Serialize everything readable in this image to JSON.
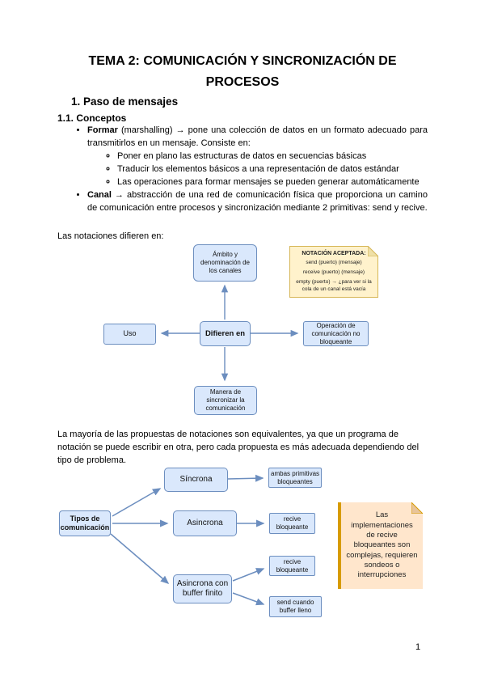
{
  "title": {
    "line1": "TEMA 2: COMUNICACIÓN Y SINCRONIZACIÓN DE",
    "line2": "PROCESOS"
  },
  "headings": {
    "section": "1. Paso de mensajes",
    "subsection": "1.1. Conceptos"
  },
  "content": {
    "bullets": [
      {
        "term": "Formar",
        "text": " (marshalling) → pone una colección de datos en un formato adecuado para transmitirlos en un mensaje. Consiste en:",
        "items": [
          "Poner en plano las estructuras de datos en secuencias básicas",
          "Traducir los elementos básicos a una representación de datos estándar",
          "Las operaciones para formar mensajes se pueden generar automáticamente"
        ]
      },
      {
        "term": "Canal",
        "text": " → abstracción de una red de comunicación física que proporciona un camino de comunicación entre procesos y sincronización mediante 2 primitivas: send y recive.",
        "items": []
      }
    ],
    "para_notaciones": "Las notaciones difieren en:",
    "para_mayoria": "La mayoría de las propuestas de notaciones son equivalentes, ya que un programa de notación se puede escribir en otra, pero cada propuesta es más adecuada dependiendo del tipo de problema."
  },
  "diagram1": {
    "ambito": "Ámbito y denominación de los canales",
    "uso": "Uso",
    "difieren": "Difieren en",
    "operacion": "Operación de comunicación no bloqueante",
    "manera": "Manera de sincronizar la comunicación",
    "note": {
      "title": "NOTACIÓN ACEPTADA:",
      "line1": "send (puerto) (mensaje)",
      "line2": "receive (puerto) (mensaje)",
      "line3": "empty (puerto) → ¿para ver si la cola de un canal está vacía"
    }
  },
  "diagram2": {
    "tipos": "Tipos de comunicación",
    "sincrona": "Síncrona",
    "asincrona": "Asincrona",
    "asincrona_buffer": "Asincrona con buffer finito",
    "ambas": "ambas primitivas bloqueantes",
    "recive1": "recive bloqueante",
    "recive2": "recive bloqueante",
    "send_buffer": "send cuando buffer lleno",
    "note": "Las implementaciones de recive bloqueantes son complejas, requieren sondeos o interrupciones"
  },
  "page": {
    "number": "1"
  },
  "colors": {
    "box_fill": "#dae8fc",
    "box_border": "#6c8ebf",
    "arrow": "#6c8ebf",
    "note_yellow_fill": "#fff2cc",
    "note_yellow_border": "#d6b656",
    "note_orange_fill": "#ffe6cc",
    "note_orange_border": "#d79b00"
  }
}
